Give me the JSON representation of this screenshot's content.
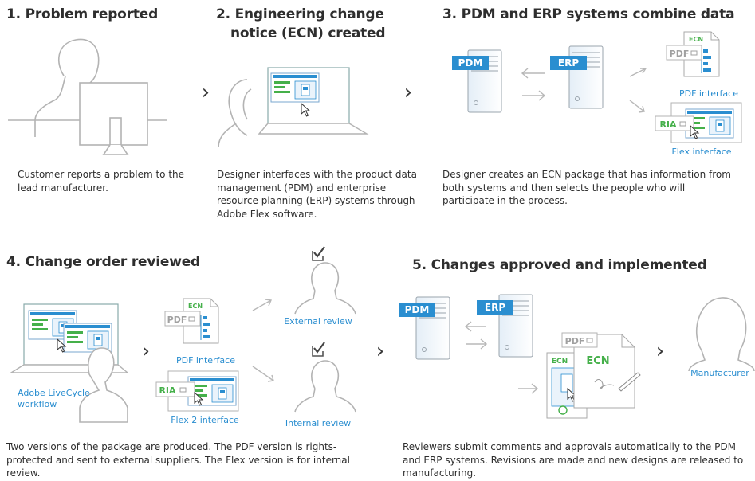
{
  "steps": [
    {
      "title": "1. Problem reported",
      "desc": "Customer reports a problem to the lead manufacturer."
    },
    {
      "title_line1": "2. Engineering change",
      "title_line2": "notice (ECN) created",
      "desc": "Designer interfaces with the product data management (PDM) and enterprise resource planning (ERP) systems through Adobe Flex software."
    },
    {
      "title": "3. PDM and ERP systems combine data",
      "desc": "Designer creates an ECN package that has information from both systems and then selects the people who will participate in the process."
    },
    {
      "title": "4. Change order reviewed",
      "desc": "Two versions of the package are produced. The PDF version is rights-protected and sent to external suppliers. The Flex version is for internal review."
    },
    {
      "title": "5. Changes approved and implemented",
      "desc": "Reviewers submit comments and approvals automatically to the PDM and ERP systems. Revisions are made and new designs are released to manufacturing."
    }
  ],
  "labels": {
    "pdm": "PDM",
    "erp": "ERP",
    "ecn": "ECN",
    "pdf": "PDF",
    "ria": "RIA",
    "pdf_interface": "PDF interface",
    "flex_interface": "Flex interface",
    "external_review": "External review",
    "internal_review": "Internal review",
    "livecycle_line1": "Adobe LiveCycle",
    "livecycle_line2": "workflow",
    "flex2_interface": "Flex 2 interface",
    "manufacturer": "Manufacturer",
    "arrow": "›"
  },
  "colors": {
    "accent_blue": "#2a8ed0",
    "ria_green": "#45b04a",
    "line_gray": "#b5b5b5"
  }
}
